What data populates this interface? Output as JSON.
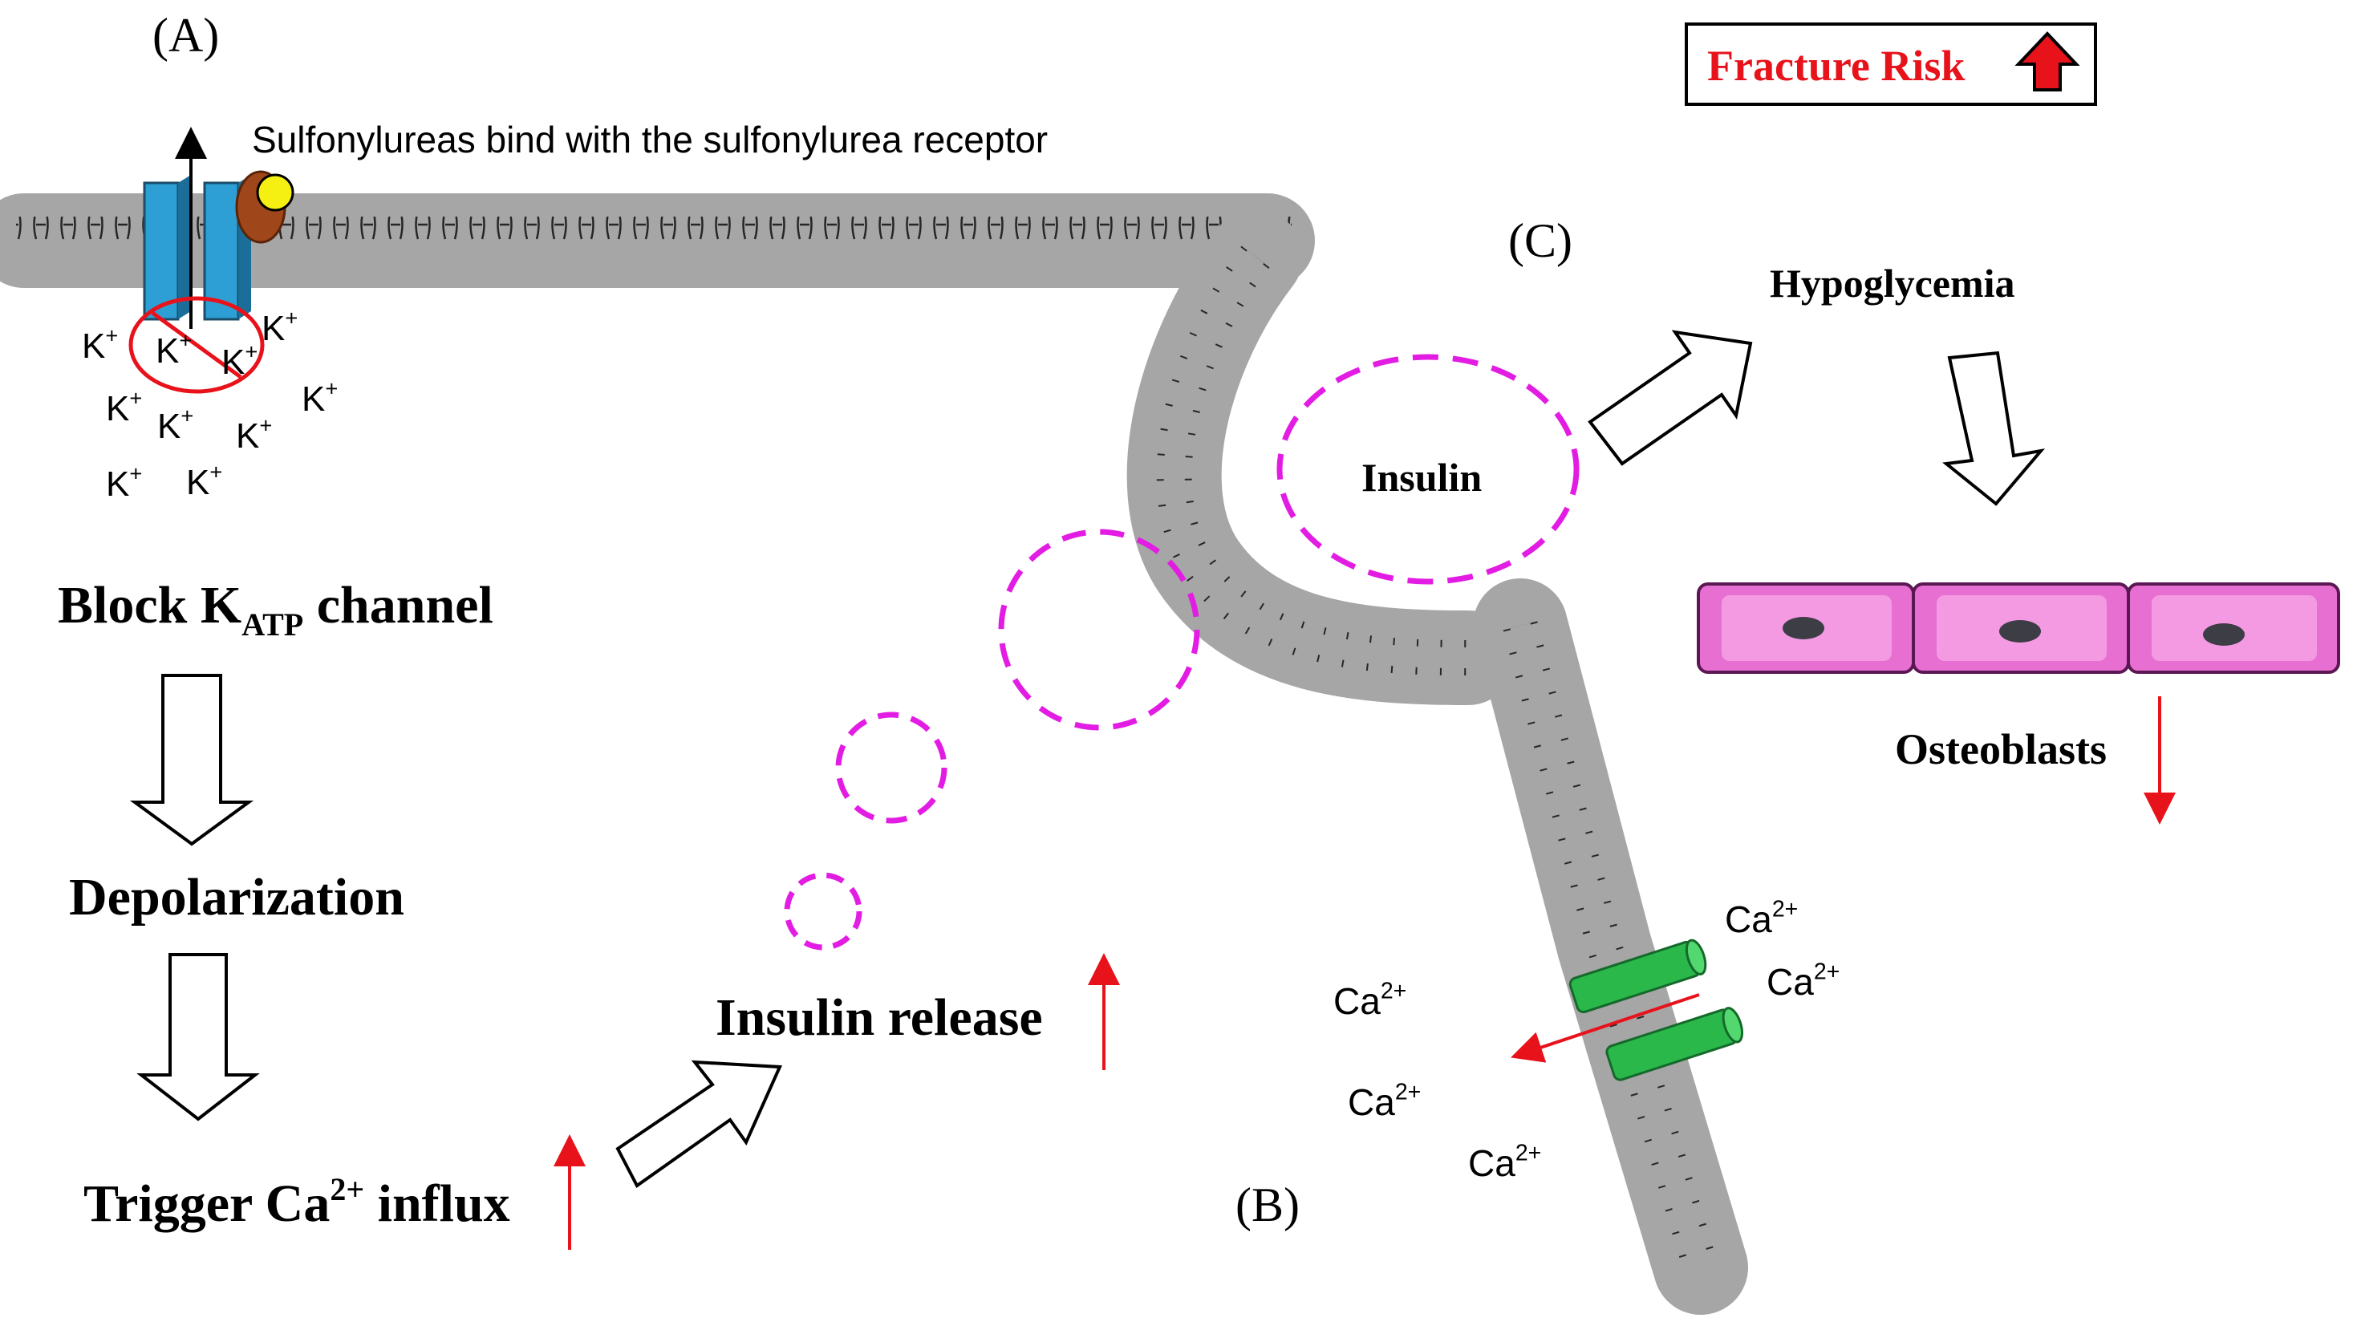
{
  "panels": {
    "a": "(A)",
    "b": "(B)",
    "c": "(C)"
  },
  "receptor_caption": "Sulfonylureas bind with the sulfonylurea receptor",
  "fracture_risk": "Fracture Risk",
  "potassium_label": "K",
  "potassium_charge": "+",
  "calcium_label": "Ca",
  "calcium_charge": "2+",
  "steps": {
    "block_prefix": "Block K",
    "block_subscript": "ATP",
    "block_suffix": " channel",
    "depolarization": "Depolarization",
    "trigger_prefix": "Trigger Ca",
    "trigger_superscript": "2+",
    "trigger_suffix": " influx",
    "insulin_release": "Insulin release"
  },
  "vesicle_label": "Insulin",
  "hypoglycemia": "Hypoglycemia",
  "osteoblasts": "Osteoblasts",
  "colors": {
    "accent_red": "#e8121b",
    "membrane_gray": "#a6a6a6",
    "vesicle_magenta": "#e31ce3",
    "channel_blue": "#2e9fd4",
    "channel_green": "#2bb84a",
    "cell_pink": "#e86fd2",
    "cell_inner": "#f49ae3",
    "nucleus": "#3d3d46",
    "receptor_brown": "#a0461b",
    "ligand_yellow": "#f5ef12"
  }
}
